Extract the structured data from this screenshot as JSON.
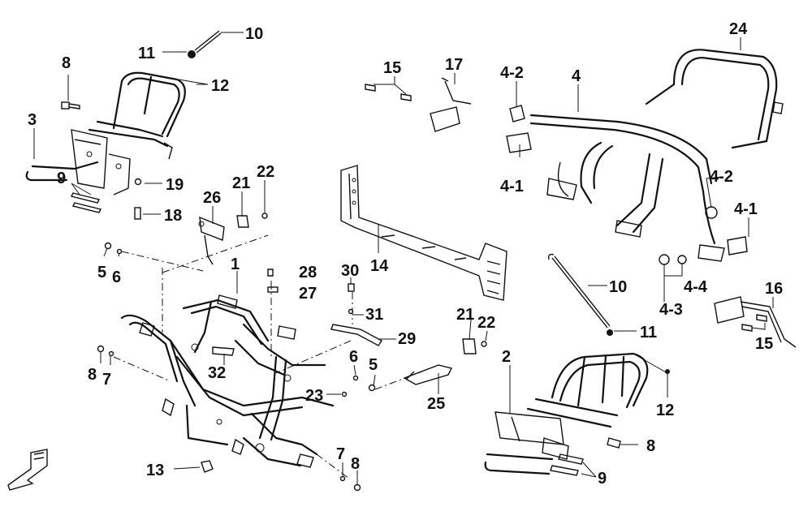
{
  "labels": {
    "l10a": "10",
    "l11a": "11",
    "l8a": "8",
    "l12a": "12",
    "l3": "3",
    "l9a": "9",
    "l19": "19",
    "l18": "18",
    "l26": "26",
    "l21a": "21",
    "l22a": "22",
    "l15a": "15",
    "l17": "17",
    "l4_2a": "4-2",
    "l4": "4",
    "l24": "24",
    "l4_1a": "4-1",
    "l4_2b": "4-2",
    "l4_1b": "4-1",
    "l14": "14",
    "l1": "1",
    "l5a": "5",
    "l6a": "6",
    "l28": "28",
    "l30": "30",
    "l27": "27",
    "l31": "31",
    "l29": "29",
    "l4_4": "4-4",
    "l4_3": "4-3",
    "l10b": "10",
    "l16": "16",
    "l15b": "15",
    "l11b": "11",
    "l21b": "21",
    "l22b": "22",
    "l32": "32",
    "l6b": "6",
    "l5b": "5",
    "l8b": "8",
    "l7a": "7",
    "l23": "23",
    "l25": "25",
    "l2": "2",
    "l12b": "12",
    "l8c": "8",
    "l13": "13",
    "l7b": "7",
    "l8d": "8",
    "l9b": "9"
  },
  "colors": {
    "line": "#111111",
    "background": "#ffffff"
  },
  "icons": {
    "front_arrow": "front-direction-arrow-icon"
  }
}
